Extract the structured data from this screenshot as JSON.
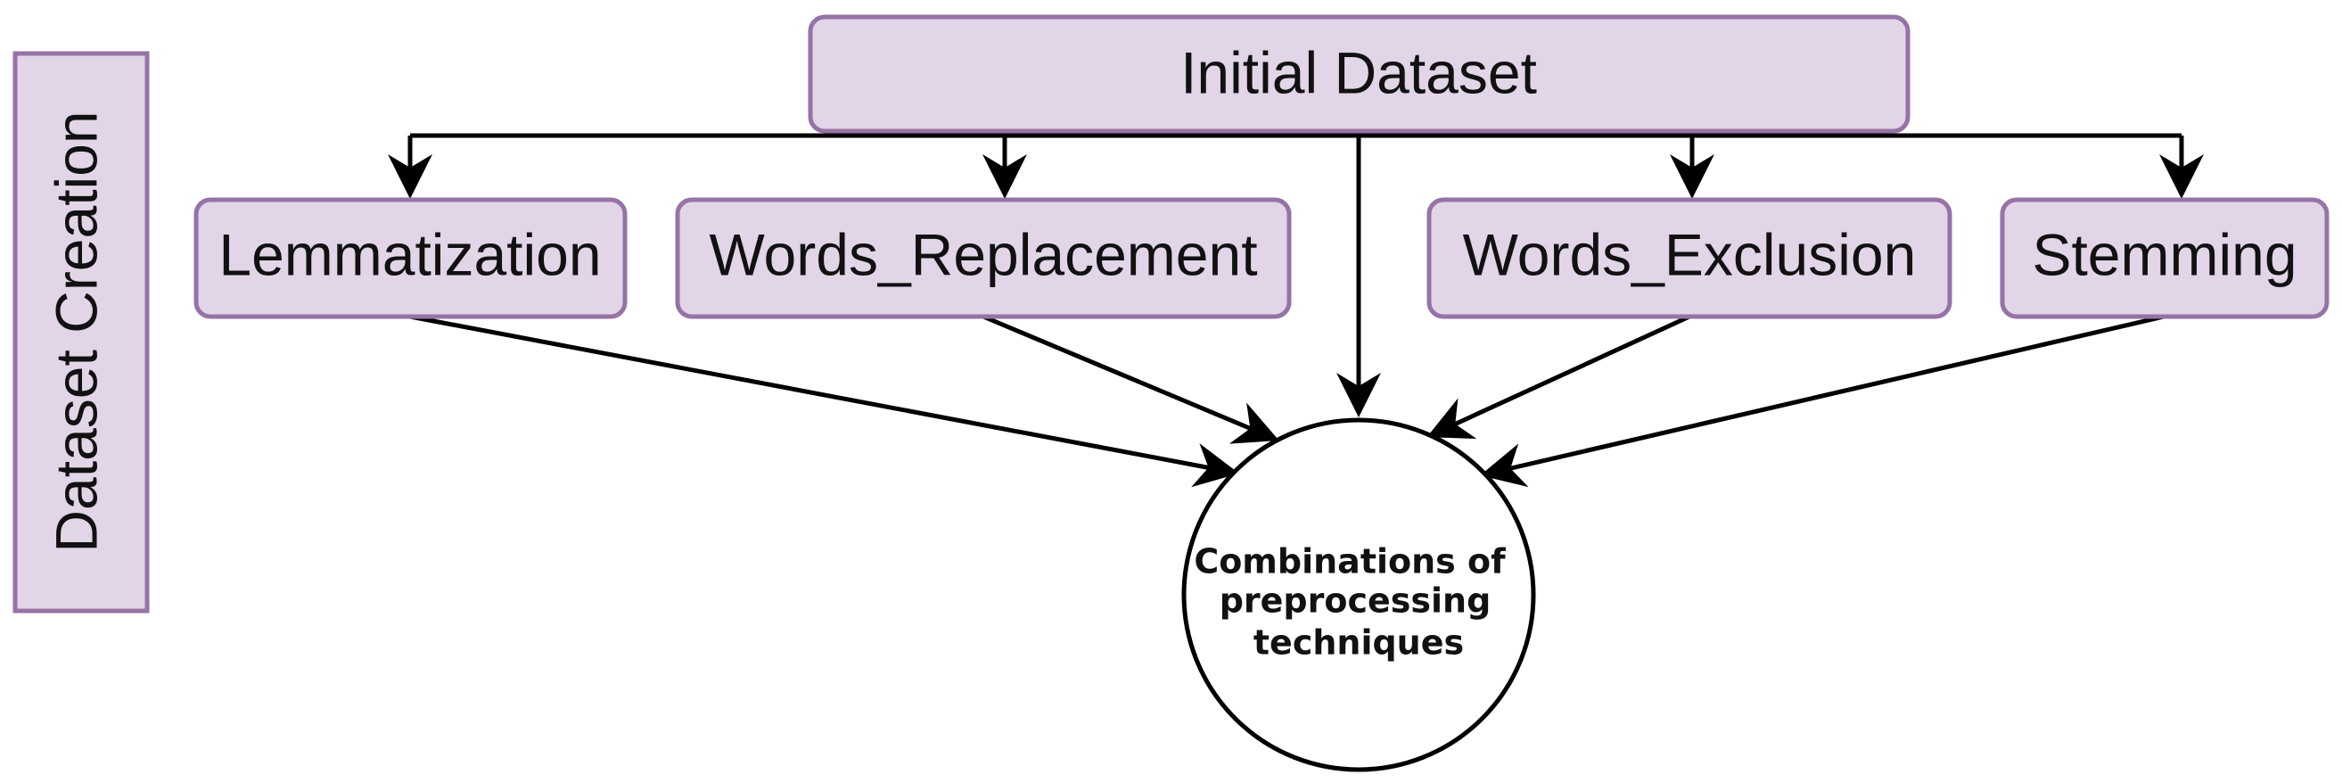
{
  "side_label": "Dataset Creation",
  "source": "Initial Dataset",
  "techniques": [
    "Lemmatization",
    "Words_Replacement",
    "Words_Exclusion",
    "Stemming"
  ],
  "target": {
    "lines": [
      "Combinations of",
      "preprocessing",
      "techniques"
    ]
  },
  "colors": {
    "box_fill": "#e1d5e7",
    "box_stroke": "#9673a6",
    "line": "#000000",
    "circle_fill": "#ffffff"
  }
}
